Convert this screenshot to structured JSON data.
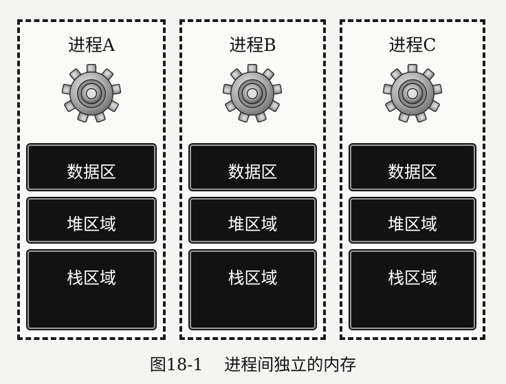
{
  "processes": [
    {
      "title": "进程A",
      "regions": {
        "data": "数据区",
        "heap": "堆区域",
        "stack": "栈区域"
      }
    },
    {
      "title": "进程B",
      "regions": {
        "data": "数据区",
        "heap": "堆区域",
        "stack": "栈区域"
      }
    },
    {
      "title": "进程C",
      "regions": {
        "data": "数据区",
        "heap": "堆区域",
        "stack": "栈区域"
      }
    }
  ],
  "caption": "图18-1    进程间独立的内存",
  "icons": {
    "process_icon": "gear-icon"
  },
  "colors": {
    "region_fill": "#121212",
    "region_text": "#ffffff",
    "gear_body": "#a0a0a0"
  }
}
